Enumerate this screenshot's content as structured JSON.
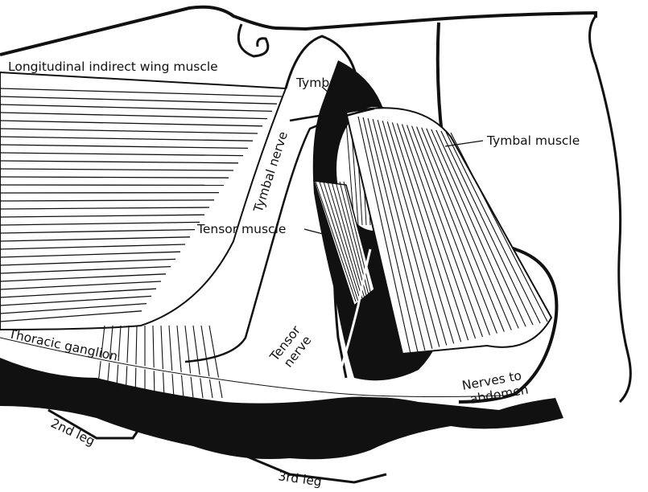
{
  "figure": {
    "labels": {
      "longitudinal_muscle": "Longitudinal indirect wing muscle",
      "tymbal": "Tymbal",
      "tymbal_muscle": "Tymbal muscle",
      "tymbal_nerve": "Tymbal nerve",
      "tensor_muscle": "Tensor muscle",
      "thoracic_ganglion": "Thoracic ganglion",
      "tensor_nerve_line1": "Tensor",
      "tensor_nerve_line2": "nerve",
      "nerves_line1": "Nerves to",
      "nerves_line2": "abdomen",
      "second_leg": "2nd leg",
      "third_leg": "3rd leg"
    },
    "colors": {
      "ink": "#111111",
      "paper": "#ffffff"
    }
  }
}
